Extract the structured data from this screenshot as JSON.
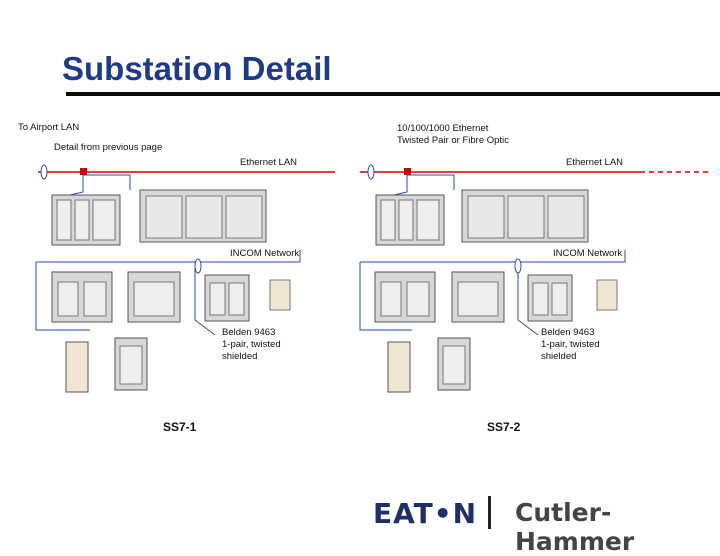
{
  "title": "Substation Detail",
  "labels": {
    "to_airport_lan": "To Airport LAN",
    "detail_prev": "Detail from previous page",
    "ethernet_spec_1": "10/100/1000 Ethernet",
    "ethernet_spec_2": "Twisted Pair or Fibre Optic",
    "ethernet_lan_left": "Ethernet LAN",
    "ethernet_lan_right": "Ethernet LAN",
    "incom_left": "INCOM Network",
    "incom_right": "INCOM Network",
    "belden_left_1": "Belden 9463",
    "belden_left_2": "1-pair, twisted",
    "belden_left_3": "shielded",
    "belden_right_1": "Belden 9463",
    "belden_right_2": "1-pair, twisted",
    "belden_right_3": "shielded",
    "ss_left": "SS7-1",
    "ss_right": "SS7-2"
  },
  "logos": {
    "eaton": "EAT•N",
    "cutler_hammer": "Cutler-Hammer"
  },
  "colors": {
    "title": "#1f3a8a",
    "ethernet_line": "#d00000",
    "cable": "#2a4bb8",
    "cabinet": "#d8d8d8",
    "node": "#d00000"
  }
}
